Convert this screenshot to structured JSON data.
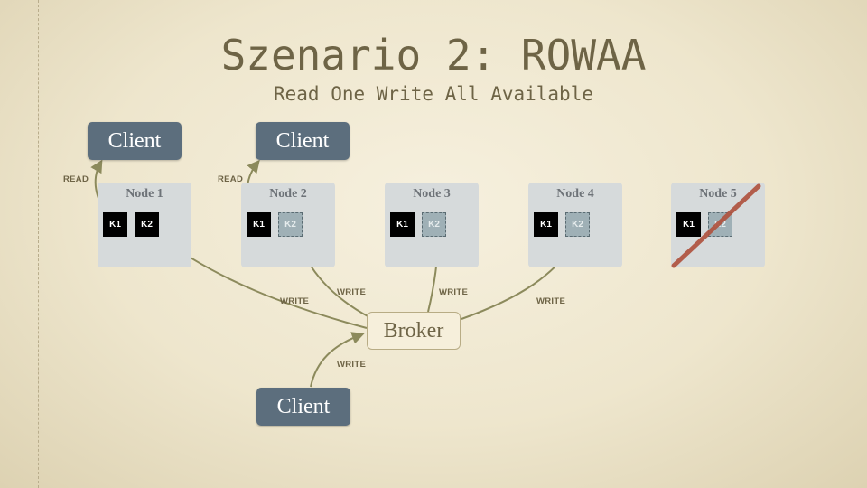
{
  "slide": {
    "title": "Szenario 2: ROWAA",
    "subtitle": "Read One Write All Available"
  },
  "clients": {
    "top_left": "Client",
    "top_middle": "Client",
    "bottom": "Client"
  },
  "broker": {
    "label": "Broker"
  },
  "nodes": [
    {
      "label": "Node 1",
      "k1": "K1",
      "k2": "K2",
      "k2_stale": false,
      "failed": false
    },
    {
      "label": "Node 2",
      "k1": "K1",
      "k2": "K2",
      "k2_stale": true,
      "failed": false
    },
    {
      "label": "Node 3",
      "k1": "K1",
      "k2": "K2",
      "k2_stale": true,
      "failed": false
    },
    {
      "label": "Node 4",
      "k1": "K1",
      "k2": "K2",
      "k2_stale": true,
      "failed": false
    },
    {
      "label": "Node 5",
      "k1": "K1",
      "k2": "K2",
      "k2_stale": true,
      "failed": true
    }
  ],
  "edges": {
    "read_1": "READ",
    "read_2": "READ",
    "write_node1": "WRITE",
    "write_node2": "WRITE",
    "write_node3": "WRITE",
    "write_node4": "WRITE",
    "write_client": "WRITE"
  },
  "colors": {
    "arrow": "#8c8a5c",
    "client_fill": "#5c6e7d",
    "node_fill": "#d6dadb",
    "failure_cross": "#b0533f"
  }
}
